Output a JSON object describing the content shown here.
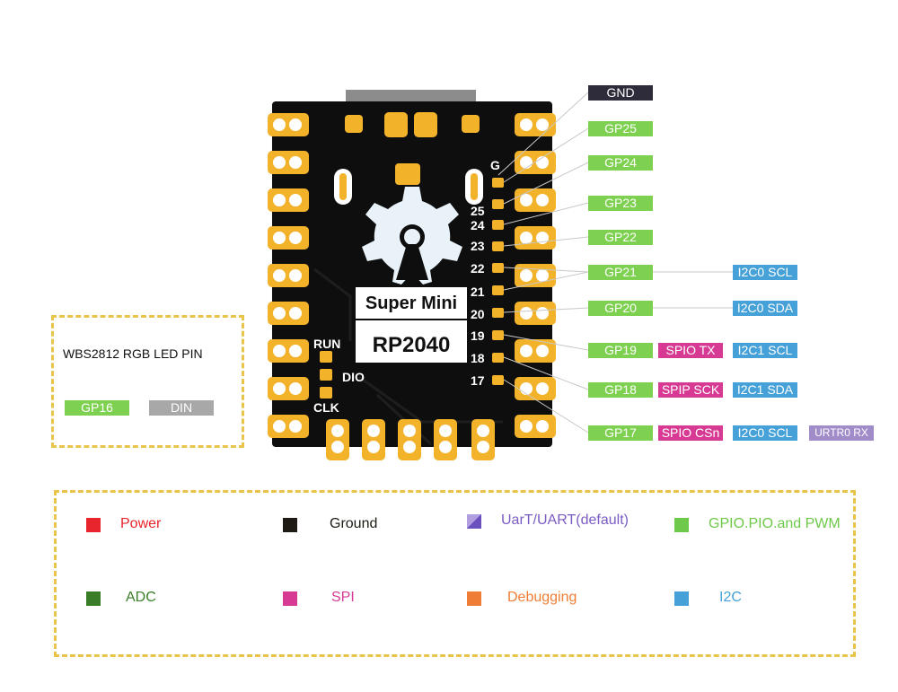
{
  "board": {
    "title_line1": "Super Mini",
    "title_line2": "RP2040",
    "silkscreen": {
      "g": "G",
      "n25": "25",
      "n24": "24",
      "n23": "23",
      "n22": "22",
      "n21": "21",
      "n20": "20",
      "n19": "19",
      "n18": "18",
      "n17": "17",
      "run": "RUN",
      "dio": "DIO",
      "clk": "CLK"
    }
  },
  "pins": {
    "gnd": "GND",
    "gp25": "GP25",
    "gp24": "GP24",
    "gp23": "GP23",
    "gp22": "GP22",
    "gp21": "GP21",
    "gp21_i2c": "I2C0 SCL",
    "gp20": "GP20",
    "gp20_i2c": "I2C0 SDA",
    "gp19": "GP19",
    "gp19_spi": "SPIO TX",
    "gp19_i2c": "I2C1 SCL",
    "gp18": "GP18",
    "gp18_spi": "SPIP SCK",
    "gp18_i2c": "I2C1 SDA",
    "gp17": "GP17",
    "gp17_spi": "SPIO CSn",
    "gp17_i2c": "I2C0 SCL",
    "gp17_uart": "URTR0 RX"
  },
  "led_box": {
    "title": "WBS2812 RGB LED PIN",
    "pin": "GP16",
    "signal": "DIN"
  },
  "legend": [
    {
      "label": "Power",
      "color": "#e8242c",
      "text_color": "#e8242c"
    },
    {
      "label": "Ground",
      "color": "#1e1a14",
      "text_color": "#1e1a14"
    },
    {
      "label": "UarT/UART(default)",
      "color": "#8b72d0",
      "text_color": "#7a5cc2"
    },
    {
      "label": "GPIO.PIO.and PWM",
      "color": "#6ec84a",
      "text_color": "#6ec84a"
    },
    {
      "label": "ADC",
      "color": "#3a7d27",
      "text_color": "#3a7d27"
    },
    {
      "label": "SPI",
      "color": "#d63a93",
      "text_color": "#d63a93"
    },
    {
      "label": "Debugging",
      "color": "#ef7d35",
      "text_color": "#ef7d35"
    },
    {
      "label": "I2C",
      "color": "#46a1d8",
      "text_color": "#46a1d8"
    }
  ]
}
